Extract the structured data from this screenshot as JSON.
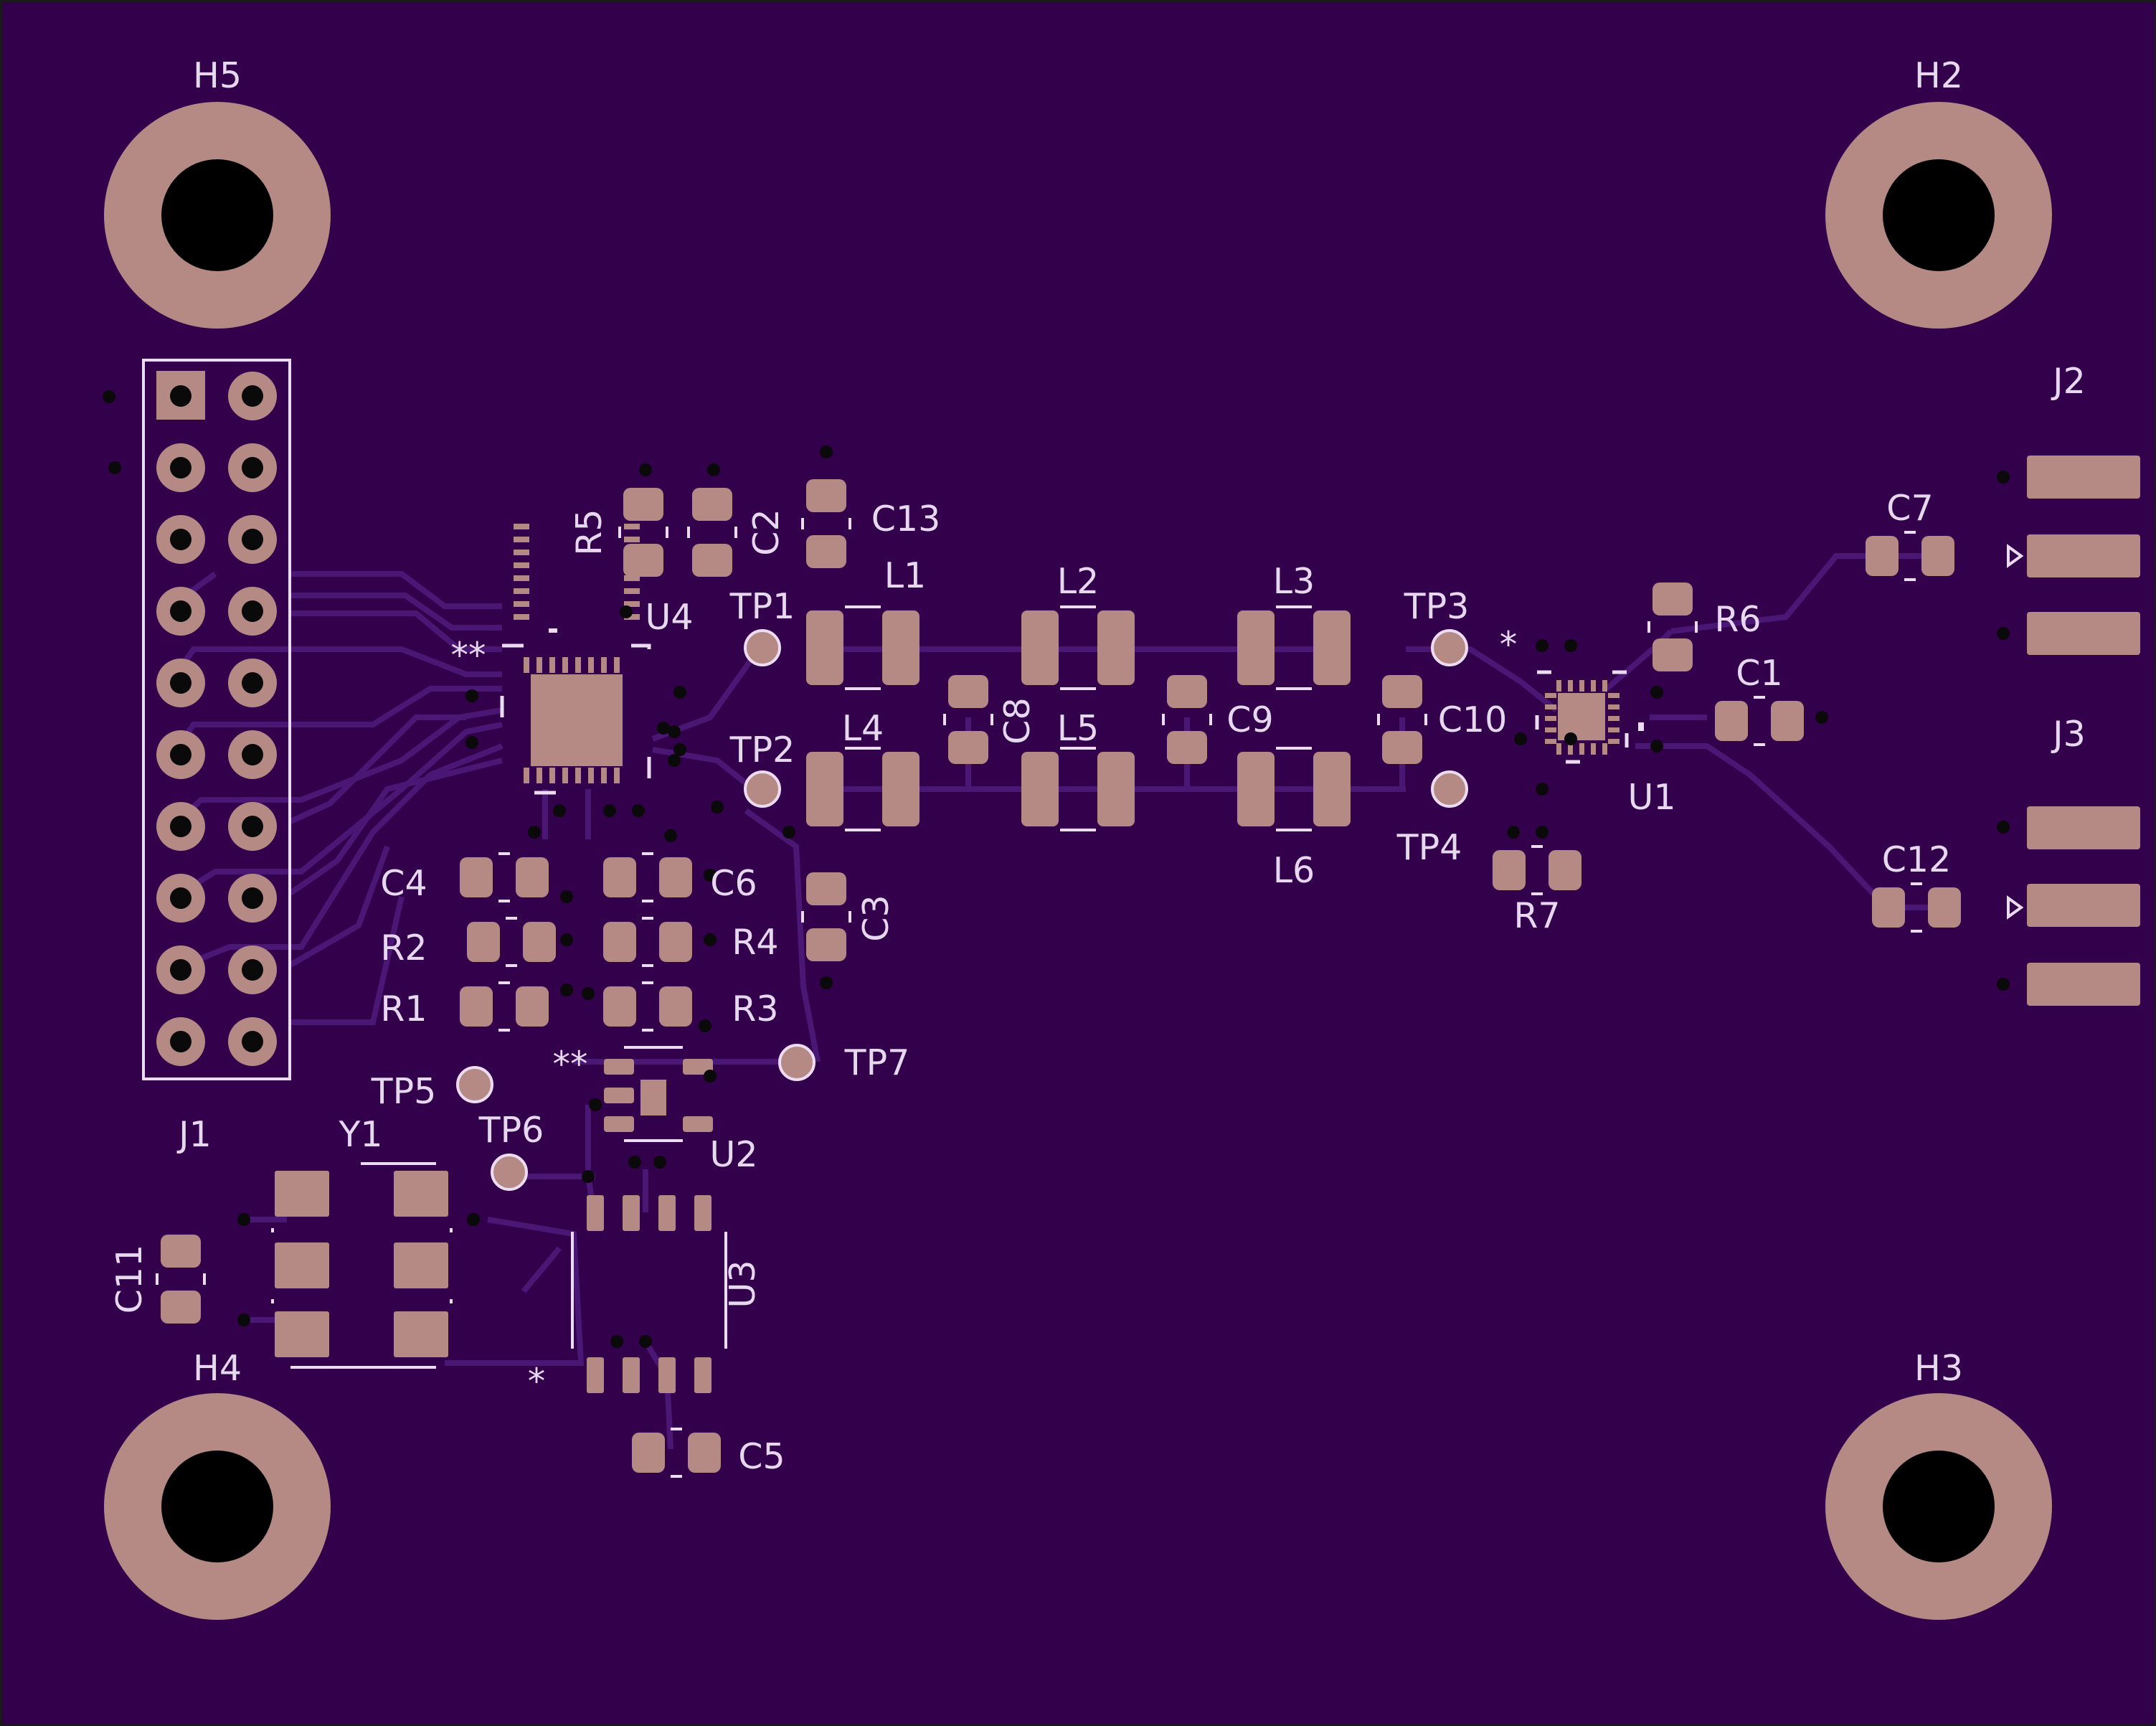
{
  "colors": {
    "board": "#33004c",
    "edge": "#1a1a1a",
    "pad": "#b58a85",
    "silk": "#ecdcf2",
    "trace": "#4b1775",
    "hole": "#000000",
    "via": "#0a0a0a"
  },
  "labels": {
    "H5": "H5",
    "H2": "H2",
    "H4": "H4",
    "H3": "H3",
    "J1": "J1",
    "J2": "J2",
    "J3": "J3",
    "U1": "U1",
    "U2": "U2",
    "U3": "U3",
    "U4": "U4",
    "Y1": "Y1",
    "L1": "L1",
    "L2": "L2",
    "L3": "L3",
    "L4": "L4",
    "L5": "L5",
    "L6": "L6",
    "C1": "C1",
    "C2": "C2",
    "C3": "C3",
    "C4": "C4",
    "C5": "C5",
    "C6": "C6",
    "C7": "C7",
    "C8": "C8",
    "C9": "C9",
    "C10": "C10",
    "C11": "C11",
    "C12": "C12",
    "C13": "C13",
    "R1": "R1",
    "R2": "R2",
    "R3": "R3",
    "R4": "R4",
    "R5": "R5",
    "R6": "R6",
    "R7": "R7",
    "TP1": "TP1",
    "TP2": "TP2",
    "TP3": "TP3",
    "TP4": "TP4",
    "TP5": "TP5",
    "TP6": "TP6",
    "TP7": "TP7",
    "star": "*",
    "star2": "**"
  }
}
